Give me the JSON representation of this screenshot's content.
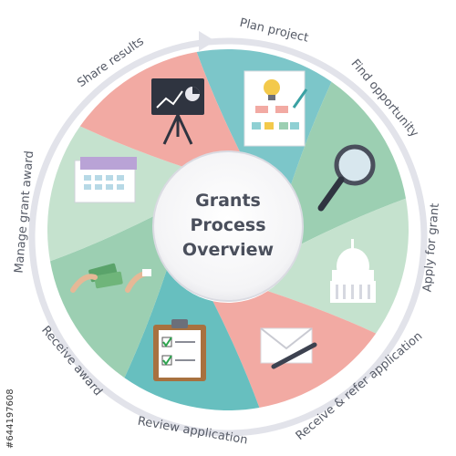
{
  "center": {
    "title_lines": [
      "Grants",
      "Process",
      "Overview"
    ]
  },
  "steps": [
    {
      "label": "Plan project",
      "icon": "flowchart-document-icon",
      "color": "#7cc6c9"
    },
    {
      "label": "Find opportunity",
      "icon": "magnifying-glass-icon",
      "color": "#9ccfb2"
    },
    {
      "label": "Apply for grant",
      "icon": "capitol-building-icon",
      "color": "#c5e2ce"
    },
    {
      "label": "Receive & refer application",
      "icon": "envelope-pen-icon",
      "color": "#f2aaa3"
    },
    {
      "label": "Review application",
      "icon": "clipboard-checklist-icon",
      "color": "#67bfbf"
    },
    {
      "label": "Receive award",
      "icon": "money-handover-icon",
      "color": "#9ccfb2"
    },
    {
      "label": "Manage grant award",
      "icon": "calendar-icon",
      "color": "#c5e2ce"
    },
    {
      "label": "Share results",
      "icon": "presentation-board-icon",
      "color": "#f2aaa3"
    }
  ],
  "stock_id": "#644197608",
  "colors": {
    "ring": "#e2e3ea",
    "label_text": "#555a66",
    "center_text": "#4a4f5c"
  }
}
